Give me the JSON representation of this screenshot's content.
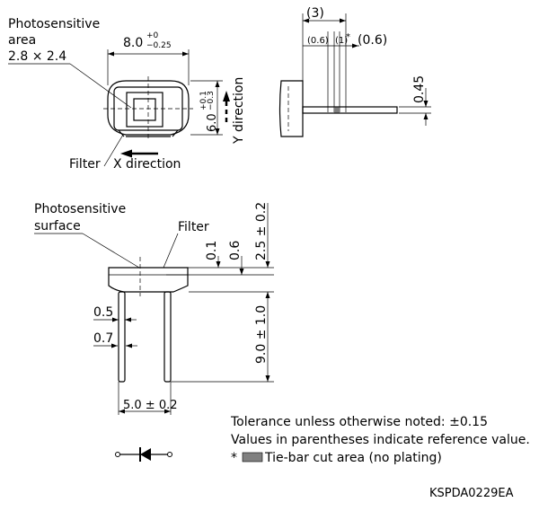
{
  "top_view": {
    "label_photosensitive_area": "Photosensitive",
    "label_area": "area",
    "label_area_size": "2.8 × 2.4",
    "dim_width_main": "8.0",
    "dim_width_sup": "+0",
    "dim_width_sub": "−0.25",
    "dim_height_main": "6.0",
    "dim_height_sup": "+0.1",
    "dim_height_sub": "−0.3",
    "label_filter": "Filter",
    "label_x_direction": "X direction",
    "label_y_direction": "Y direction"
  },
  "side_view": {
    "dim_3": "(3)",
    "dim_06_left": "(0.6)",
    "dim_1": "(1)",
    "asterisk": "*",
    "dim_06_right": "(0.6)",
    "dim_045": "0.45"
  },
  "front_view": {
    "label_photosensitive": "Photosensitive",
    "label_surface": "surface",
    "label_filter": "Filter",
    "dim_01": "0.1",
    "dim_06": "0.6",
    "dim_25": "2.5 ± 0.2",
    "dim_05": "0.5",
    "dim_07": "0.7",
    "dim_90": "9.0 ± 1.0",
    "dim_50": "5.0 ± 0.2"
  },
  "notes": {
    "tolerance": "Tolerance unless otherwise noted: ±0.15",
    "reference": "Values in parentheses indicate reference value.",
    "tiebar_asterisk": "*",
    "tiebar": "Tie-bar cut area (no plating)"
  },
  "drawing_code": "KSPDA0229EA",
  "colors": {
    "line": "#000000",
    "tiebar_fill": "#808080",
    "background": "#ffffff"
  }
}
